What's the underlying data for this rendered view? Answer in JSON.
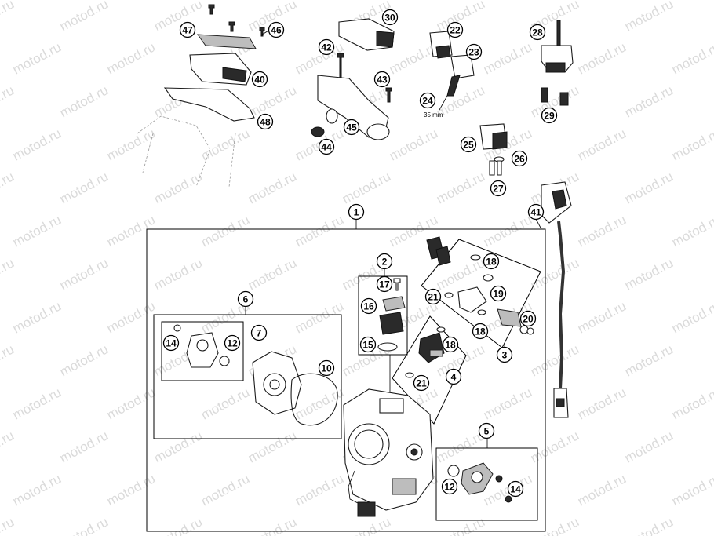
{
  "diagram": {
    "colors": {
      "ink": "#000000",
      "paper": "#ffffff",
      "watermark": "#bdbdbd",
      "dark_part": "#2a2a2a"
    },
    "dimension_label": "35 mm",
    "watermark_text": "motod.ru",
    "callouts": [
      "1",
      "2",
      "3",
      "4",
      "5",
      "6",
      "7",
      "10",
      "12",
      "12",
      "14",
      "14",
      "15",
      "16",
      "17",
      "18",
      "18",
      "18",
      "19",
      "20",
      "21",
      "21",
      "22",
      "23",
      "24",
      "25",
      "26",
      "27",
      "28",
      "29",
      "30",
      "40",
      "41",
      "42",
      "43",
      "44",
      "45",
      "46",
      "47",
      "48"
    ]
  }
}
